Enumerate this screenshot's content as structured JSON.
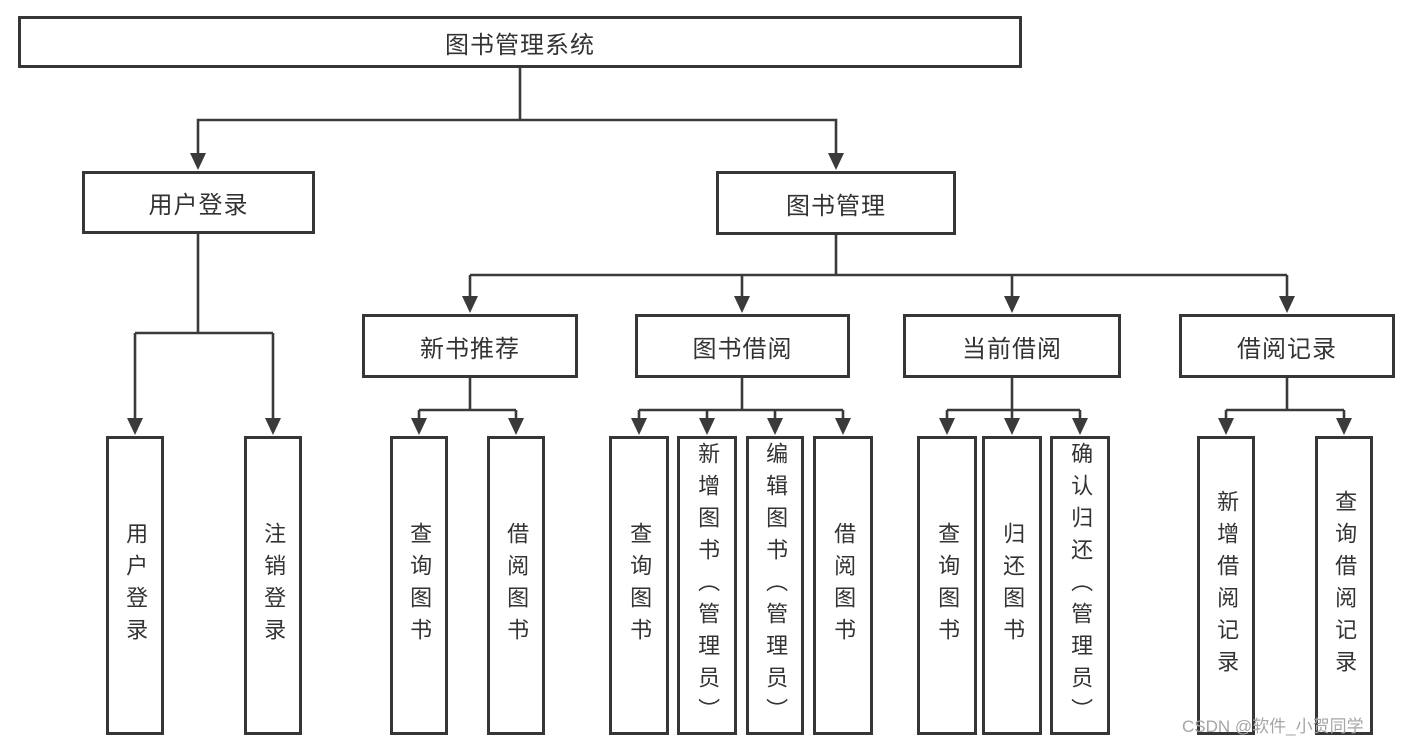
{
  "diagram": {
    "nodes": {
      "root": "图书管理系统",
      "user_login": "用户登录",
      "book_mgmt": "图书管理",
      "new_book": "新书推荐",
      "borrow": "图书借阅",
      "current": "当前借阅",
      "records": "借阅记录"
    },
    "leaves": {
      "user_login": [
        "用户登录",
        "注销登录"
      ],
      "new_book": [
        "查询图书",
        "借阅图书"
      ],
      "borrow": [
        "查询图书",
        "新增图书（管理员）",
        "编辑图书（管理员）",
        "借阅图书"
      ],
      "current": [
        "查询图书",
        "归还图书",
        "确认归还（管理员）"
      ],
      "records": [
        "新增借阅记录",
        "查询借阅记录"
      ]
    },
    "colors": {
      "border": "#363636",
      "line": "#3a3a3a",
      "text": "#333333",
      "background": "#ffffff"
    }
  },
  "watermark": {
    "text": "CSDN @软件_小贺同学",
    "color": "#a6a6a6"
  }
}
